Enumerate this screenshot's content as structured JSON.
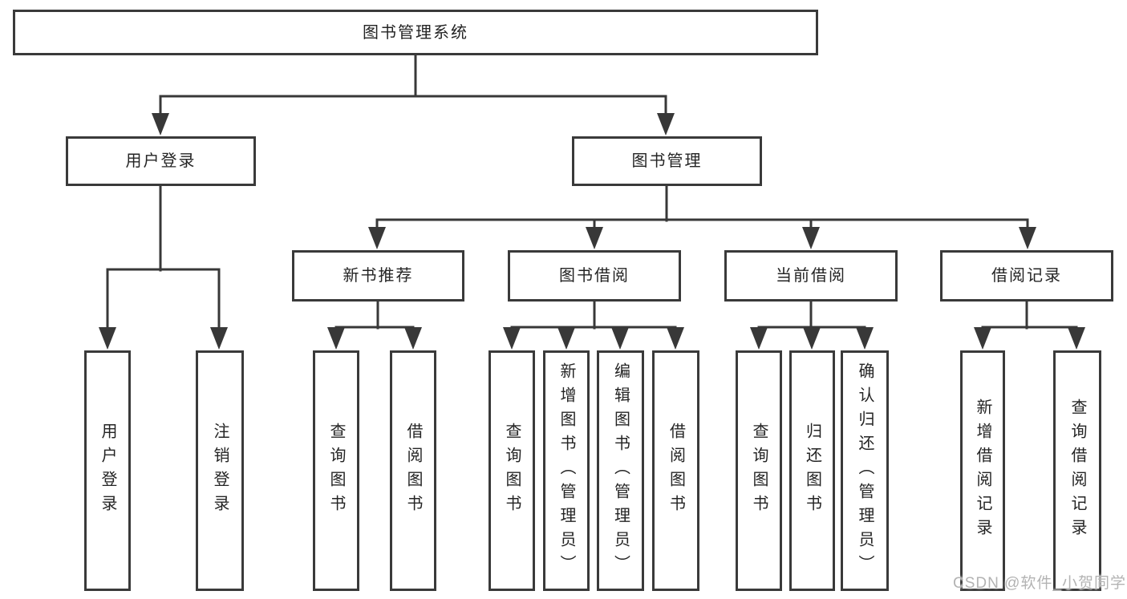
{
  "diagram": {
    "title": "图书管理系统",
    "root": {
      "label": "图书管理系统"
    },
    "level2": {
      "user_login": {
        "label": "用户登录"
      },
      "book_management": {
        "label": "图书管理"
      }
    },
    "level3": {
      "new_book_recommend": {
        "label": "新书推荐"
      },
      "book_borrow": {
        "label": "图书借阅"
      },
      "current_borrow": {
        "label": "当前借阅"
      },
      "borrow_records": {
        "label": "借阅记录"
      }
    },
    "leaves": {
      "login": [
        "用户登录",
        "注销登录"
      ],
      "recommend": [
        "查询图书",
        "借阅图书"
      ],
      "borrow": [
        "查询图书",
        "新增图书（管理员）",
        "编辑图书（管理员）",
        "借阅图书"
      ],
      "current": [
        "查询图书",
        "归还图书",
        "确认归还（管理员）"
      ],
      "records": [
        "新增借阅记录",
        "查询借阅记录"
      ]
    },
    "watermark": "CSDN @软件_小贺同学",
    "colors": {
      "line": "#383838",
      "box_border": "#3a3a3a",
      "text": "#242424",
      "watermark": "#b3b3b3",
      "background": "#ffffff"
    }
  }
}
